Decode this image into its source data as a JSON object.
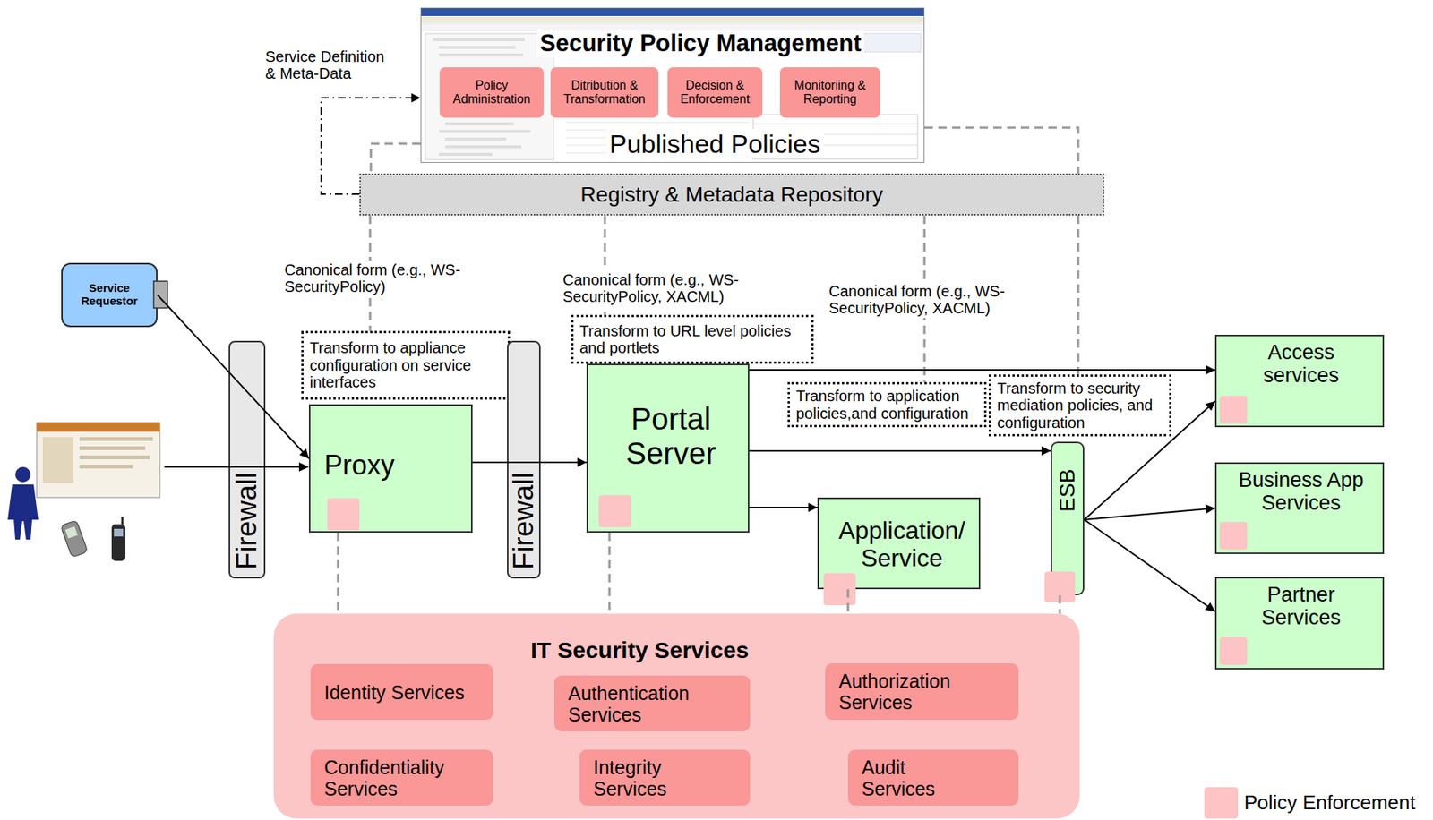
{
  "diagram": {
    "nodes": [
      {
        "text": [
          "Security Policy Management",
          "Published Policies"
        ]
      },
      {
        "text": [
          "Policy Administration"
        ],
        "in": 0
      },
      {
        "text": [
          "Ditribution & Transformation"
        ],
        "in": 0
      },
      {
        "text": [
          "Decision & Enforcement"
        ],
        "in": 0
      },
      {
        "text": [
          "Monitoriing & Reporting"
        ],
        "in": 0
      },
      {
        "text": [
          "Registry & Metadata Repository"
        ]
      },
      {
        "text": [
          "Service Requestor"
        ]
      },
      {
        "text": [
          "Firewall"
        ]
      },
      {
        "text": [
          "Transform to appliance configuration on service interfaces"
        ]
      },
      {
        "text": [
          "Proxy"
        ]
      },
      {
        "text": [
          "Firewall"
        ]
      },
      {
        "text": [
          "Transform to URL level policies and portlets"
        ]
      },
      {
        "text": [
          "Portal Server"
        ]
      },
      {
        "text": [
          "Transform to security mediation policies, and configuration"
        ]
      },
      {
        "text": [
          "Transform to application policies,and configuration"
        ]
      },
      {
        "text": [
          "Application/ Service"
        ]
      },
      {
        "text": [
          "ESB"
        ]
      },
      {
        "text": [
          "Access services"
        ]
      },
      {
        "text": [
          "Business App Services"
        ]
      },
      {
        "text": [
          "Partner Services"
        ]
      },
      {
        "text": [
          "IT Security Services"
        ]
      },
      {
        "text": [
          "Identity Services"
        ],
        "in": 20
      },
      {
        "text": [
          "Authentication Services"
        ],
        "in": 20
      },
      {
        "text": [
          "Authorization Services"
        ],
        "in": 20
      },
      {
        "text": [
          "Confidentiality Services"
        ],
        "in": 20
      },
      {
        "text": [
          "Integrity Services"
        ],
        "in": 20
      },
      {
        "text": [
          "Audit Services"
        ],
        "in": 20
      }
    ],
    "edges": [
      {
        "from": 5,
        "to": 0,
        "arrow": "to",
        "label": "Service Definition & Meta-Data"
      },
      {
        "from": 0,
        "to": 5,
        "arrow": "none"
      },
      {
        "from": 5,
        "to": 8,
        "arrow": "none"
      },
      {
        "from": 5,
        "to": 11,
        "arrow": "none"
      },
      {
        "from": 5,
        "to": 14,
        "arrow": "none"
      },
      {
        "from": 5,
        "to": 13,
        "arrow": "none"
      },
      {
        "from": 6,
        "to": 9,
        "arrow": "to"
      },
      {
        "from": 9,
        "to": 12,
        "arrow": "to"
      },
      {
        "from": 12,
        "to": 17,
        "arrow": "to"
      },
      {
        "from": 12,
        "to": 16,
        "arrow": "to"
      },
      {
        "from": 12,
        "to": 15,
        "arrow": "to"
      },
      {
        "from": 16,
        "to": 17,
        "arrow": "to"
      },
      {
        "from": 16,
        "to": 18,
        "arrow": "to"
      },
      {
        "from": 16,
        "to": 19,
        "arrow": "to"
      },
      {
        "from": 9,
        "to": 20,
        "arrow": "none"
      },
      {
        "from": 12,
        "to": 20,
        "arrow": "none"
      },
      {
        "from": 15,
        "to": 20,
        "arrow": "none"
      },
      {
        "from": 16,
        "to": 20,
        "arrow": "none"
      }
    ],
    "labels": [
      "Canonical form (e.g., WS-SecurityPolicy)",
      "Canonical form (e.g., WS-SecurityPolicy, XACML)",
      "Canonical form (e.g., WS-SecurityPolicy, XACML)"
    ],
    "legend": [
      {
        "text": "Policy Enforcement",
        "color": "#fcc4c4"
      }
    ]
  }
}
